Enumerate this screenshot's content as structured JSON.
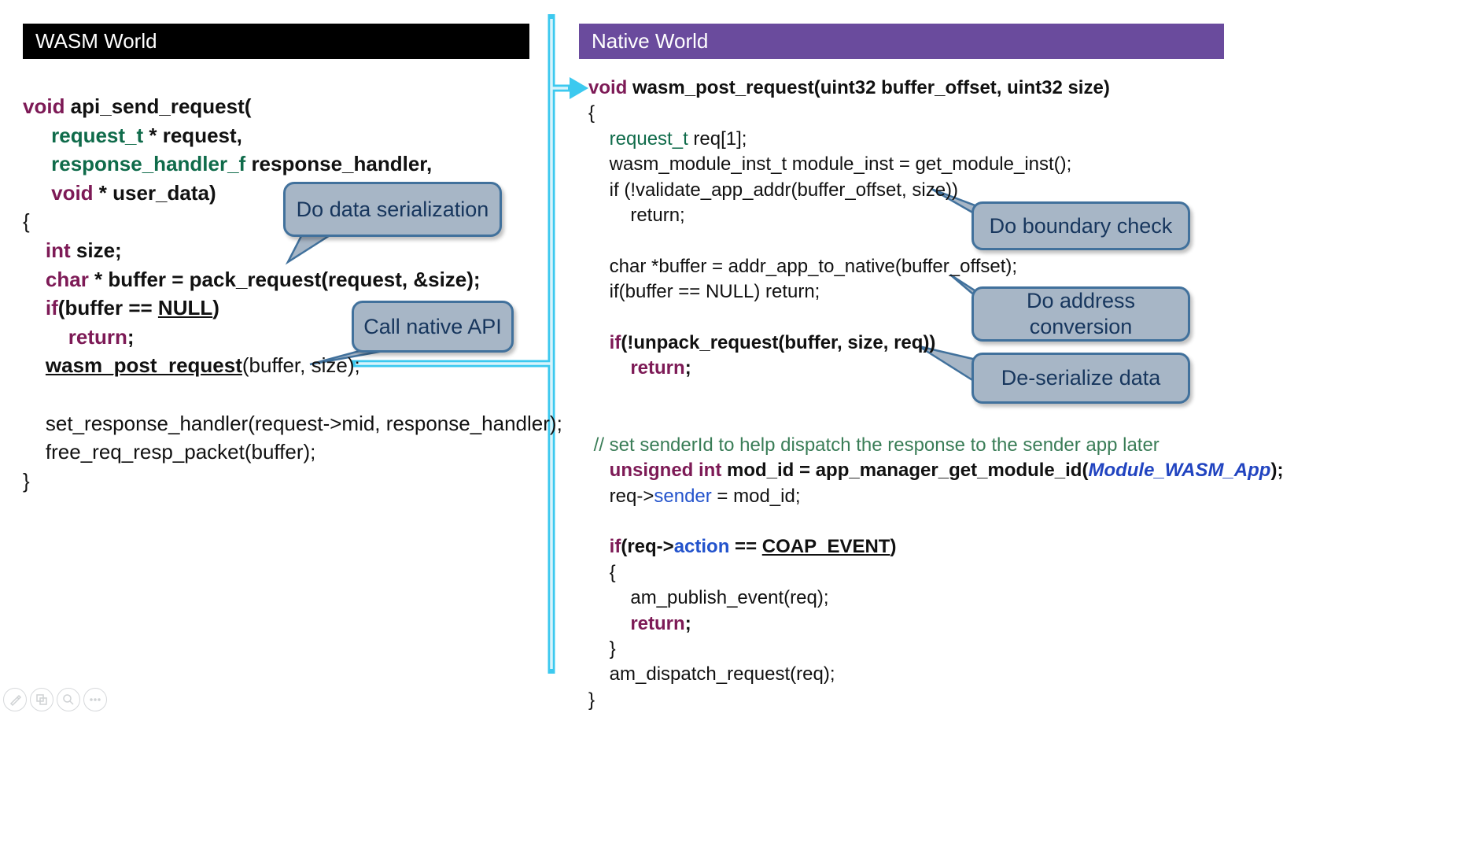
{
  "page": {
    "background": "#ffffff"
  },
  "colors": {
    "arrow_cyan": "#3cc9ef",
    "arrow_cyan_inner": "#d8f4fc",
    "wasm_header_bg": "#000000",
    "native_header_bg": "#6a4b9d",
    "callout_fill": "#a7b6c6",
    "callout_border": "#41719c",
    "keyword": "#7d1a56",
    "type_green": "#0f6b4a",
    "comment_green": "#3a7d57",
    "member_blue": "#2353cc"
  },
  "left_panel": {
    "title": "WASM World",
    "code": [
      [
        {
          "s": "kw",
          "t": "void "
        },
        {
          "s": "b",
          "t": "api_send_request("
        }
      ],
      [
        {
          "s": "type",
          "t": "     request_t "
        },
        {
          "s": "b",
          "t": "* request,"
        }
      ],
      [
        {
          "s": "type",
          "t": "     response_handler_f "
        },
        {
          "s": "b",
          "t": "response_handler,"
        }
      ],
      [
        {
          "s": "kw",
          "t": "     void "
        },
        {
          "s": "b",
          "t": "* user_data)"
        }
      ],
      [
        {
          "s": "p",
          "t": "{"
        }
      ],
      [
        {
          "s": "kw",
          "t": "    int "
        },
        {
          "s": "b",
          "t": "size;"
        }
      ],
      [
        {
          "s": "kw",
          "t": "    char "
        },
        {
          "s": "b",
          "t": "* buffer = pack_request(request, &size);"
        }
      ],
      [
        {
          "s": "kw",
          "t": "    if"
        },
        {
          "s": "b",
          "t": "(buffer == "
        },
        {
          "s": "bu",
          "t": "NULL"
        },
        {
          "s": "b",
          "t": ")"
        }
      ],
      [
        {
          "s": "kw",
          "t": "        return"
        },
        {
          "s": "b",
          "t": ";"
        }
      ],
      [
        {
          "s": "p",
          "t": "    "
        },
        {
          "s": "bu",
          "t": "wasm_post_request"
        },
        {
          "s": "p",
          "t": "(buffer, size);"
        }
      ],
      [],
      [
        {
          "s": "p",
          "t": "    set_response_handler(request->mid, response_handler);"
        }
      ],
      [
        {
          "s": "p",
          "t": "    free_req_resp_packet(buffer);"
        }
      ],
      [
        {
          "s": "p",
          "t": "}"
        }
      ]
    ]
  },
  "right_panel": {
    "title": "Native World",
    "code": [
      [
        {
          "s": "kw",
          "t": "void "
        },
        {
          "s": "b",
          "t": "wasm_post_request(uint32 buffer_offset, uint32 size)"
        }
      ],
      [
        {
          "s": "p",
          "t": "{"
        }
      ],
      [
        {
          "s": "typep",
          "t": "    request_t "
        },
        {
          "s": "p",
          "t": "req[1];"
        }
      ],
      [
        {
          "s": "p",
          "t": "    wasm_module_inst_t module_inst = get_module_inst();"
        }
      ],
      [
        {
          "s": "p",
          "t": "    if (!validate_app_addr(buffer_offset, size))"
        }
      ],
      [
        {
          "s": "p",
          "t": "        return;"
        }
      ],
      [],
      [
        {
          "s": "p",
          "t": "    char *buffer = addr_app_to_native(buffer_offset);"
        }
      ],
      [
        {
          "s": "p",
          "t": "    if(buffer == NULL) return;"
        }
      ],
      [],
      [
        {
          "s": "kw",
          "t": "    if"
        },
        {
          "s": "b",
          "t": "(!unpack_request(buffer, size, req))"
        }
      ],
      [
        {
          "s": "kw",
          "t": "        return"
        },
        {
          "s": "b",
          "t": ";"
        }
      ],
      [],
      [],
      [
        {
          "s": "cm",
          "t": " // set senderId to help dispatch the response to the sender app later"
        }
      ],
      [
        {
          "s": "kw",
          "t": "    unsigned int "
        },
        {
          "s": "b",
          "t": "mod_id = app_manager_get_module_id("
        },
        {
          "s": "bib",
          "t": "Module_WASM_App"
        },
        {
          "s": "b",
          "t": ");"
        }
      ],
      [
        {
          "s": "p",
          "t": "    req->"
        },
        {
          "s": "blue",
          "t": "sender"
        },
        {
          "s": "p",
          "t": " = mod_id;"
        }
      ],
      [],
      [
        {
          "s": "kw",
          "t": "    if"
        },
        {
          "s": "b",
          "t": "(req->"
        },
        {
          "s": "blueb",
          "t": "action"
        },
        {
          "s": "b",
          "t": " == "
        },
        {
          "s": "bu",
          "t": "COAP_EVENT"
        },
        {
          "s": "b",
          "t": ")"
        }
      ],
      [
        {
          "s": "p",
          "t": "    {"
        }
      ],
      [
        {
          "s": "p",
          "t": "        am_publish_event(req);"
        }
      ],
      [
        {
          "s": "kw",
          "t": "        return"
        },
        {
          "s": "b",
          "t": ";"
        }
      ],
      [
        {
          "s": "p",
          "t": "    }"
        }
      ],
      [
        {
          "s": "p",
          "t": "    am_dispatch_request(req);"
        }
      ],
      [
        {
          "s": "p",
          "t": "}"
        }
      ]
    ]
  },
  "callouts": {
    "serialization": {
      "label": "Do data serialization"
    },
    "call_native": {
      "label": "Call native API"
    },
    "boundary": {
      "label": "Do boundary check"
    },
    "address": {
      "label": "Do address conversion"
    },
    "deserialize": {
      "label": "De-serialize data"
    }
  },
  "toolbar": {
    "tools": [
      "pen",
      "slides-overview",
      "zoom",
      "more"
    ]
  }
}
